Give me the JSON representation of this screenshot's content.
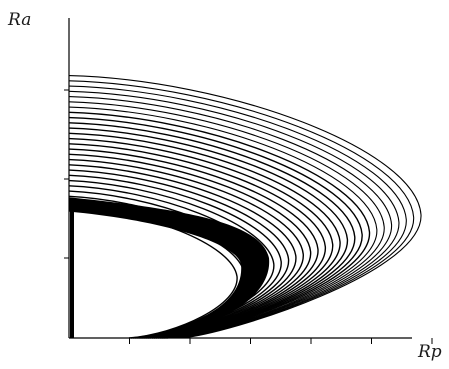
{
  "chart_data": {
    "type": "line",
    "title": "",
    "xlabel": "Rp",
    "ylabel": "Ra",
    "x_tick_count": 6,
    "y_tick_count": 3,
    "ticks_labeled": false,
    "grid": false,
    "legend": "none",
    "line_color": "#000000",
    "series_description_note": null,
    "curve_family": {
      "count": 26,
      "apex_x_range": [
        0.42,
        0.88
      ],
      "top_y_range": [
        0.41,
        0.82
      ],
      "bottom_start_x_range": [
        0.15,
        0.28
      ]
    },
    "solid_region": true
  }
}
